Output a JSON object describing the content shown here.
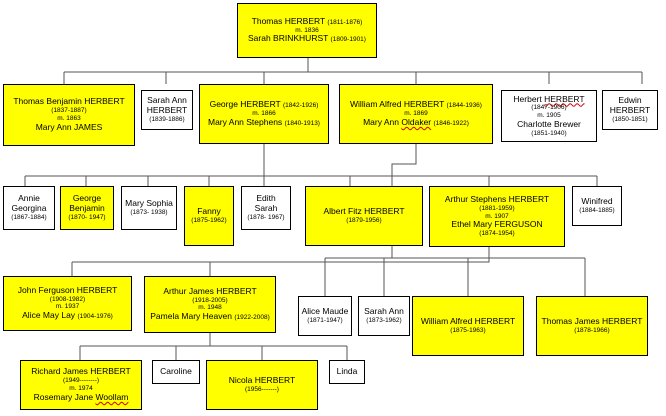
{
  "tree": {
    "root": {
      "name1": "Thomas HERBERT",
      "years1": "(1811-1876)",
      "marriage": "m. 1836",
      "name2": "Sarah BRINKHURST",
      "years2": "(1809-1901)"
    },
    "gen2": [
      {
        "name1": "Thomas Benjamin HERBERT",
        "years1": "(1837-1887)",
        "marriage": "m. 1863",
        "name2": "Mary Ann JAMES"
      },
      {
        "name": "Sarah Ann HERBERT",
        "years": "(1839-1886)"
      },
      {
        "name1": "George HERBERT",
        "years1": "(1842-1926)",
        "marriage": "m. 1866",
        "name2": "Mary Ann Stephens",
        "years2": "(1840-1913)"
      },
      {
        "name1": "William Alfred HERBERT",
        "years1": "(1844-1936)",
        "marriage": "m. 1869",
        "name2a": "Mary Ann",
        "name2b": "Oldaker",
        "years2": "(1846-1922)"
      },
      {
        "name1a": "Herbert",
        "name1b": "HERBERT",
        "years1": "(1847-1906)",
        "marriage": "m. 1905",
        "name2": "Charlotte Brewer",
        "years2": "(1851-1940)"
      },
      {
        "name": "Edwin HERBERT",
        "years": "(1850-1851)"
      }
    ],
    "gen3": [
      {
        "name": "Annie Georgina",
        "years": "(1867-1884)"
      },
      {
        "name": "George Benjamin",
        "years": "(1870- 1947)"
      },
      {
        "name": "Mary Sophia",
        "years": "(1873- 1938)"
      },
      {
        "name": "Fanny",
        "years": "(1875-1962)"
      },
      {
        "name": "Edith Sarah",
        "years": "(1878- 1967)"
      },
      {
        "name": "Albert Fitz HERBERT",
        "years": "(1879-1956)"
      },
      {
        "name1": "Arthur Stephens HERBERT",
        "years1": "(1881-1959)",
        "marriage": "m. 1907",
        "name2": "Ethel Mary FERGUSON",
        "years2": "(1874-1954)"
      },
      {
        "name": "Winifred",
        "years": "(1884-1885)"
      }
    ],
    "gen4": [
      {
        "name1": "John Ferguson HERBERT",
        "years1": "(1908-1982)",
        "marriage": "m. 1937",
        "name2": "Alice May Lay",
        "years2": "(1904-1976)"
      },
      {
        "name1": "Arthur James HERBERT",
        "years1": "(1918-2005)",
        "marriage": "m. 1948",
        "name2": "Pamela Mary Heaven",
        "years2": "(1922-2008)"
      }
    ],
    "william_children": [
      {
        "name": "Alice Maude",
        "years": "(1871-1947)"
      },
      {
        "name": "Sarah Ann",
        "years": "(1873-1962)"
      },
      {
        "name": "William Alfred HERBERT",
        "years": "(1875-1963)"
      },
      {
        "name": "Thomas James HERBERT",
        "years": "(1878-1966)"
      }
    ],
    "gen5": [
      {
        "name1": "Richard James HERBERT",
        "years1": "(1949--------)",
        "marriage": "m. 1974",
        "name2a": "Rosemary Jane",
        "name2b": "Woollam"
      },
      {
        "name": "Caroline"
      },
      {
        "name": "Nicola HERBERT",
        "years": "(1956-------)"
      },
      {
        "name": "Linda"
      }
    ]
  },
  "colors": {
    "highlight": "#ffff00",
    "plain": "#ffffff",
    "line": "#555555",
    "spellcheck": "#d00000"
  }
}
